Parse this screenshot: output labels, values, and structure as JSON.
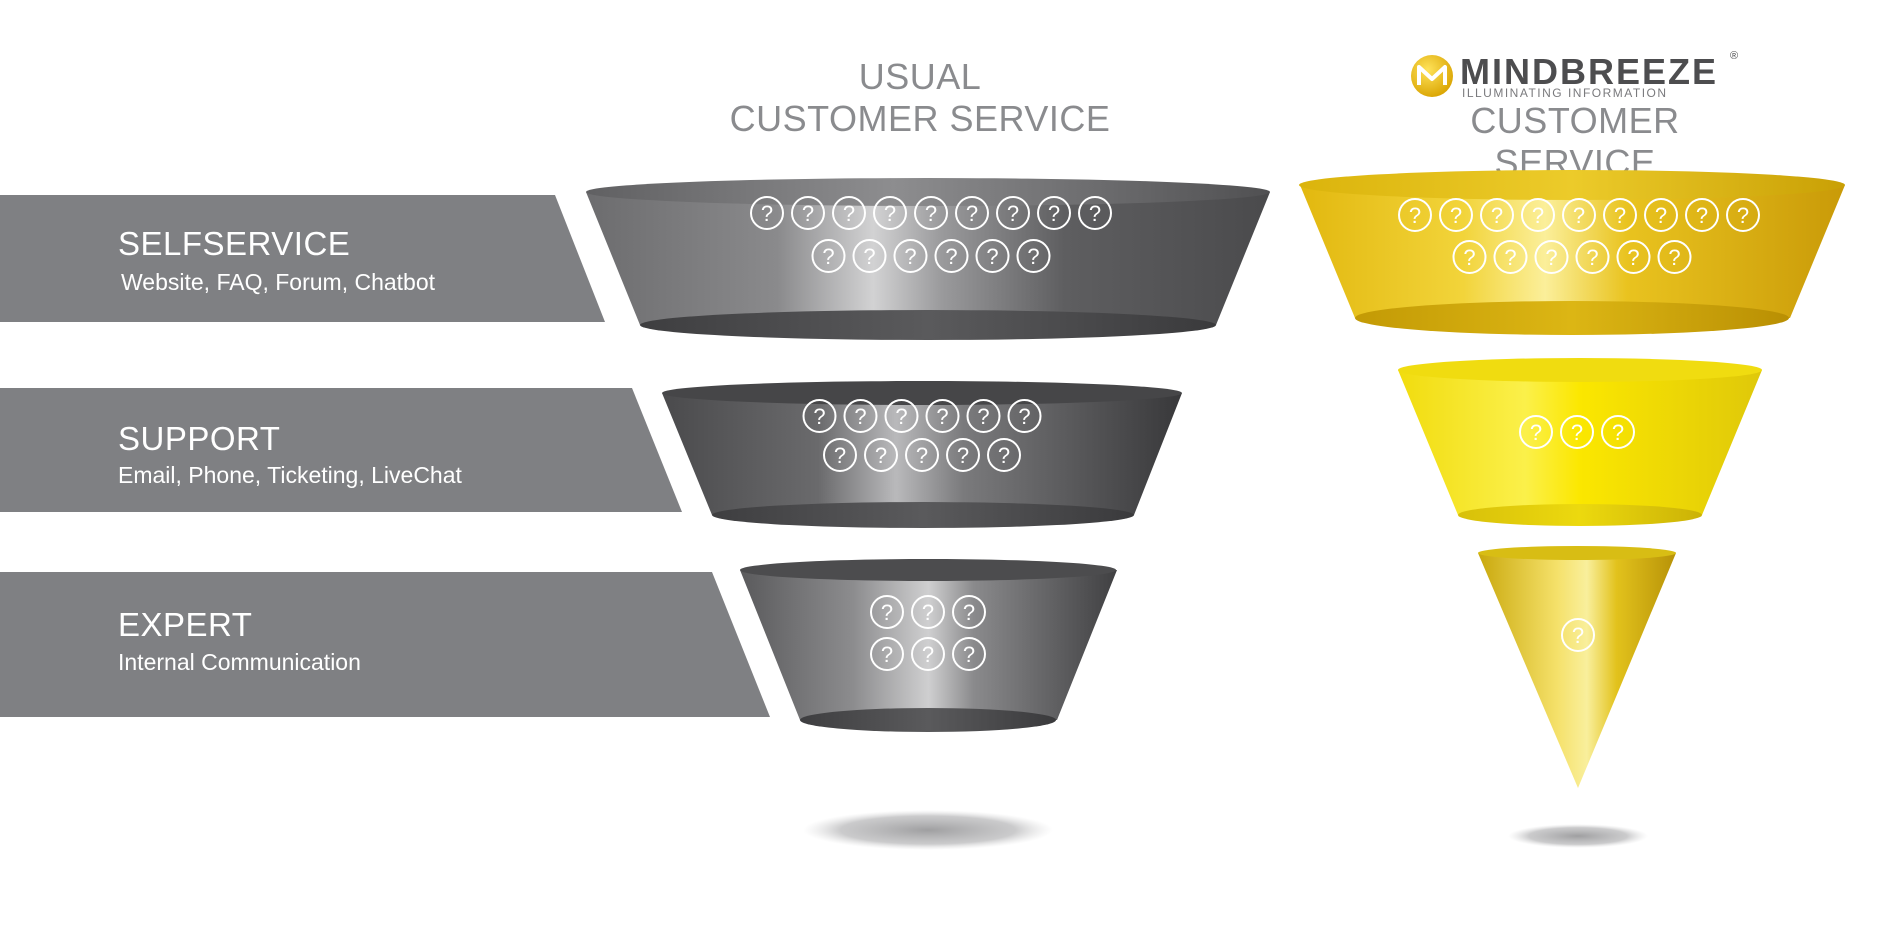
{
  "bands": [
    {
      "title": "SELFSERVICE",
      "subtitle": "Website, FAQ, Forum, Chatbot"
    },
    {
      "title": "SUPPORT",
      "subtitle": "Email, Phone, Ticketing, LiveChat"
    },
    {
      "title": "EXPERT",
      "subtitle": "Internal Communication"
    }
  ],
  "usual": {
    "heading_line1": "USUAL",
    "heading_line2": "CUSTOMER SERVICE",
    "funnel_colors": {
      "tier1": "#5a5a5c",
      "tier2": "#4a4a4c",
      "tier3": "#555557"
    },
    "question_counts": [
      [
        9,
        6
      ],
      [
        6,
        5
      ],
      [
        3,
        3
      ]
    ]
  },
  "mindbreeze": {
    "logo_wordmark": "MINDBREEZE",
    "logo_tagline": "ILLUMINATING INFORMATION",
    "logo_registered": "®",
    "heading": "CUSTOMER SERVICE",
    "funnel_colors": {
      "tier1": "#e0b610",
      "tier2": "#f5e10a",
      "tier3": "#d8c01a"
    },
    "question_counts": [
      [
        9,
        6
      ],
      [
        3
      ],
      [
        1
      ]
    ]
  },
  "question_mark": "?",
  "icons": {
    "logo": "mindbreeze-m-logo-icon",
    "question": "question-circle-icon"
  }
}
